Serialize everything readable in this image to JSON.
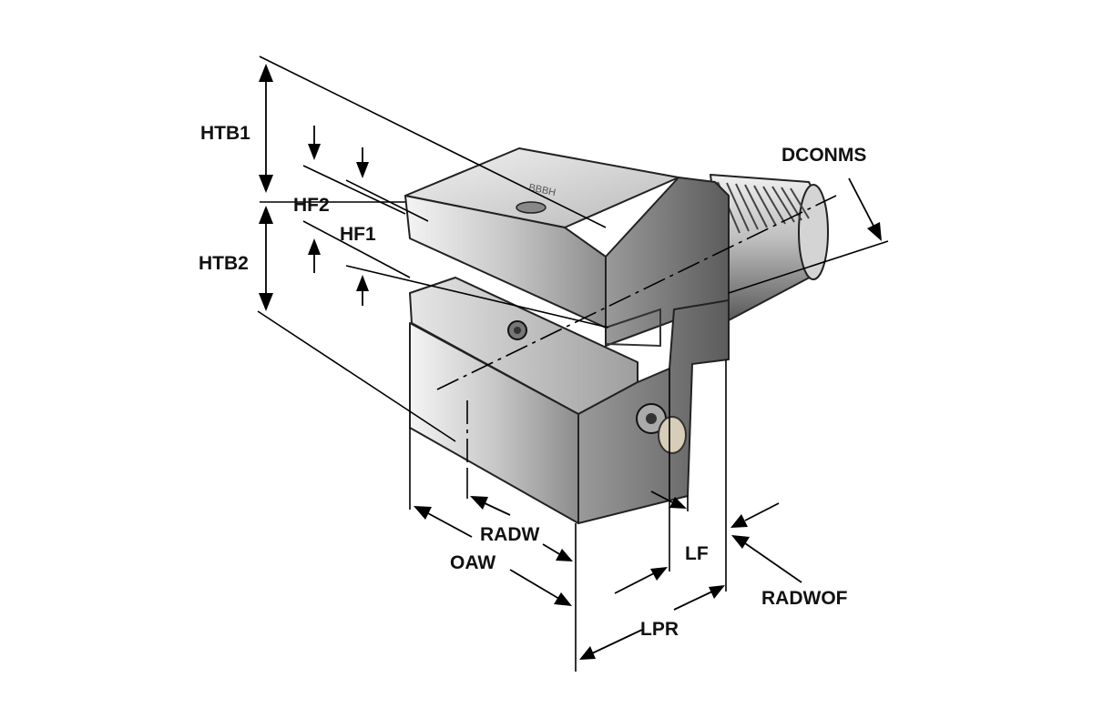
{
  "labels": {
    "htb1": "HTB1",
    "htb2": "HTB2",
    "hf2": "HF2",
    "hf1": "HF1",
    "dconms": "DCONMS",
    "radw": "RADW",
    "oaw": "OAW",
    "lf": "LF",
    "lpr": "LPR",
    "radwof": "RADWOF"
  },
  "engraving": "ВВВН",
  "colors": {
    "line": "#000000",
    "metal_light": "#e8e8e8",
    "metal_mid": "#b4b4b4",
    "metal_dark": "#6a6a6a",
    "background": "#ffffff"
  }
}
